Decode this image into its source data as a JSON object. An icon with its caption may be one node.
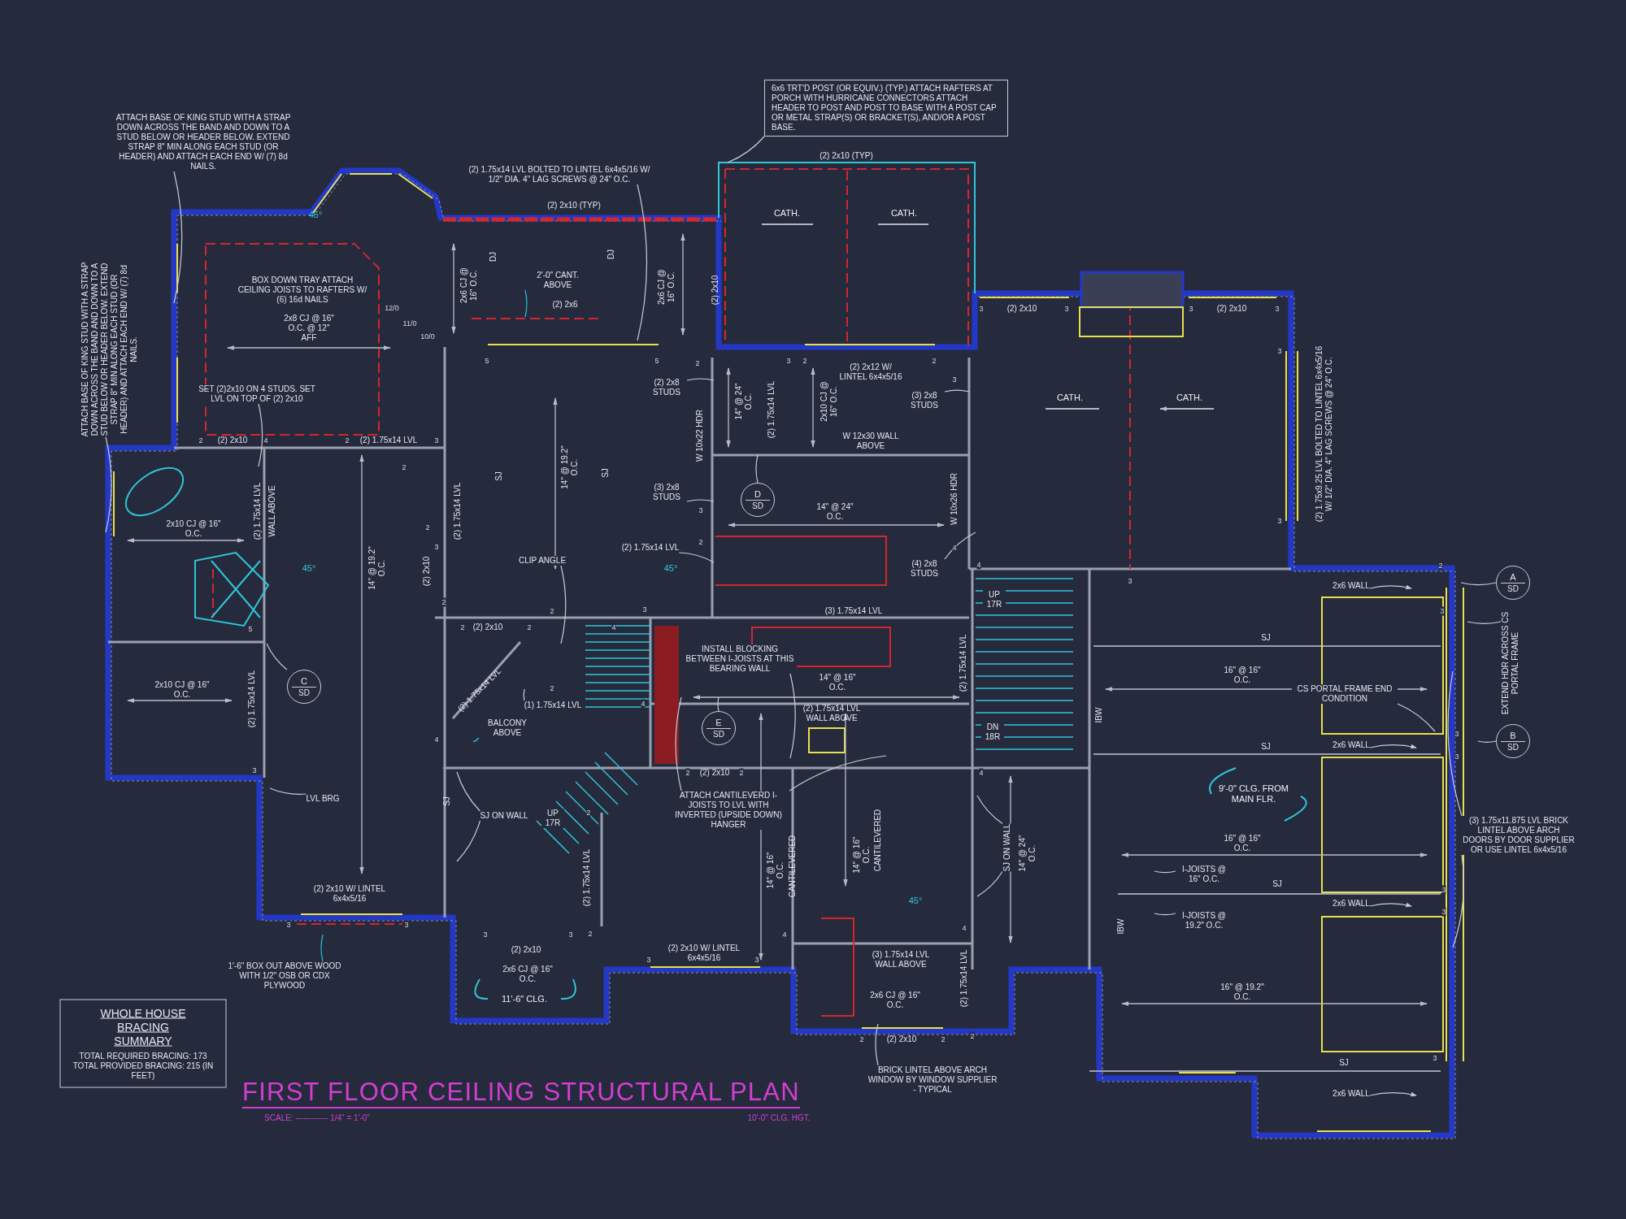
{
  "diagram": {
    "title": "FIRST FLOOR CEILING STRUCTURAL PLAN",
    "nodes": [
      {
        "text": [
          "ATTACH BASE OF KING STUD WITH A STRAP DOWN ACROSS THE BAND AND DOWN TO A STUD BELOW OR HEADER BELOW. EXTEND STRAP 8\" MIN ALONG EACH STUD (OR HEADER) AND ATTACH EACH END W/ (7) 8d NAILS."
        ]
      },
      {
        "text": [
          "ATTACH BASE OF KING STUD WITH A STRAP DOWN ACROSS THE BAND AND DOWN TO A STUD BELOW OR HEADER BELOW. EXTEND STRAP 8\" MIN ALONG EACH STUD (OR HEADER) AND ATTACH EACH END W/ (7) 8d NAILS."
        ]
      },
      {
        "text": [
          "(2) 1.75x14 LVL BOLTED TO LINTEL 6x4x5/16 W/ 1/2\" DIA. 4\" LAG SCREWS @ 24\" O.C."
        ]
      },
      {
        "text": [
          "6x6 TRT'D POST (OR EQUIV.) (TYP.) ATTACH RAFTERS AT PORCH WITH HURRICANE CONNECTORS ATTACH HEADER TO POST AND POST TO BASE WITH A POST CAP OR METAL STRAP(S) OR BRACKET(S), AND/OR A POST BASE."
        ]
      },
      {
        "text": [
          "2'-0\" CANT. ABOVE"
        ]
      },
      {
        "text": [
          "SET (2)2x10 ON 4 STUDS. SET LVL ON TOP OF (2) 2x10"
        ]
      },
      {
        "text": [
          "CLIP ANGLE"
        ]
      },
      {
        "text": [
          "(2) 2x8 STUDS"
        ]
      },
      {
        "text": [
          "(3) 2x8 STUDS"
        ]
      },
      {
        "text": [
          "(2) 1.75x14 LVL"
        ]
      },
      {
        "text": [
          "(3) 2x8 STUDS"
        ]
      },
      {
        "text": [
          "(4) 2x8 STUDS"
        ]
      },
      {
        "text": [
          "(1) 1.75x14 LVL"
        ]
      },
      {
        "text": [
          "BALCONY ABOVE"
        ]
      },
      {
        "text": [
          "LVL BRG"
        ]
      },
      {
        "text": [
          "SJ ON WALL"
        ]
      },
      {
        "text": [
          "1'-6\" BOX OUT ABOVE WOOD WITH 1/2\" OSB OR CDX PLYWOOD"
        ]
      },
      {
        "text": [
          "ATTACH CANTILEVERD I-JOISTS TO LVL WITH INVERTED (UPSIDE DOWN) HANGER"
        ]
      },
      {
        "text": [
          "INSTALL BLOCKING BETWEEN I-JOISTS AT THIS BEARING WALL"
        ]
      },
      {
        "text": [
          "BRICK LINTEL ABOVE ARCH WINDOW BY WINDOW SUPPLIER - TYPICAL"
        ]
      },
      {
        "text": [
          "SJ ON WALL"
        ]
      },
      {
        "text": [
          "CS PORTAL FRAME END CONDITION"
        ]
      },
      {
        "text": [
          "2x6 WALL"
        ]
      },
      {
        "text": [
          "2x6 WALL"
        ]
      },
      {
        "text": [
          "2x6 WALL"
        ]
      },
      {
        "text": [
          "2x6 WALL"
        ]
      },
      {
        "text": [
          "EXTEND HDR ACROSS CS PORTAL FRAME"
        ]
      },
      {
        "text": [
          "(3) 1.75x11.875 LVL BRICK LINTEL ABOVE ARCH DOORS BY DOOR SUPPLIER OR USE LINTEL 6x4x5/16"
        ]
      },
      {
        "text": [
          "I-JOISTS @ 16\" O.C."
        ]
      },
      {
        "text": [
          "I-JOISTS @ 19.2\" O.C."
        ]
      },
      {
        "text": [
          "A",
          "SD"
        ]
      },
      {
        "text": [
          "B",
          "SD"
        ]
      },
      {
        "text": [
          "C",
          "SD"
        ]
      },
      {
        "text": [
          "D",
          "SD"
        ]
      },
      {
        "text": [
          "E",
          "SD"
        ]
      },
      {
        "text": [
          "WHOLE HOUSE BRACING SUMMARY",
          "TOTAL REQUIRED BRACING: 173 TOTAL PROVIDED BRACING: 215 (IN FEET)"
        ]
      }
    ],
    "edges": [
      {
        "from": 0,
        "to": null,
        "arrow": "none"
      },
      {
        "from": 1,
        "to": null,
        "arrow": "none"
      },
      {
        "from": 2,
        "to": null,
        "arrow": "none"
      },
      {
        "from": 3,
        "to": null,
        "arrow": "none"
      },
      {
        "from": 4,
        "to": null,
        "arrow": "none",
        "color": "#22c5d8"
      },
      {
        "from": 5,
        "to": null,
        "arrow": "none"
      },
      {
        "from": 6,
        "to": null,
        "arrow": "none"
      },
      {
        "from": 7,
        "to": null,
        "arrow": "none"
      },
      {
        "from": 8,
        "to": null,
        "arrow": "none"
      },
      {
        "from": 9,
        "to": null,
        "arrow": "none"
      },
      {
        "from": 10,
        "to": null,
        "arrow": "none"
      },
      {
        "from": 11,
        "to": null,
        "arrow": "none"
      },
      {
        "from": 12,
        "to": null,
        "arrow": "none"
      },
      {
        "from": 13,
        "to": null,
        "arrow": "none",
        "color": "#22c5d8"
      },
      {
        "from": 14,
        "to": null,
        "arrow": "none"
      },
      {
        "from": 15,
        "to": null,
        "arrow": "none"
      },
      {
        "from": 15,
        "to": null,
        "arrow": "none"
      },
      {
        "from": 16,
        "to": null,
        "arrow": "none",
        "color": "#22c5d8"
      },
      {
        "from": 17,
        "to": null,
        "arrow": "none"
      },
      {
        "from": 17,
        "to": null,
        "arrow": "none"
      },
      {
        "from": 18,
        "to": null,
        "arrow": "none"
      },
      {
        "from": 19,
        "to": null,
        "arrow": "none"
      },
      {
        "from": 20,
        "to": null,
        "arrow": "none"
      },
      {
        "from": 20,
        "to": null,
        "arrow": "none"
      },
      {
        "from": 21,
        "to": null,
        "arrow": "none"
      },
      {
        "from": 22,
        "to": null,
        "arrow": "to"
      },
      {
        "from": 23,
        "to": null,
        "arrow": "to"
      },
      {
        "from": 24,
        "to": null,
        "arrow": "to"
      },
      {
        "from": 25,
        "to": null,
        "arrow": "to"
      },
      {
        "from": 26,
        "to": null,
        "arrow": "none"
      },
      {
        "from": 27,
        "to": null,
        "arrow": "none"
      },
      {
        "from": 27,
        "to": null,
        "arrow": "none"
      },
      {
        "from": 28,
        "to": null,
        "arrow": "none"
      },
      {
        "from": 29,
        "to": null,
        "arrow": "none"
      },
      {
        "from": 30,
        "to": null,
        "arrow": "none"
      },
      {
        "from": 31,
        "to": null,
        "arrow": "none"
      },
      {
        "from": 32,
        "to": null,
        "arrow": "none"
      },
      {
        "from": 33,
        "to": null,
        "arrow": "none"
      },
      {
        "from": 34,
        "to": null,
        "arrow": "none"
      }
    ],
    "labels": [
      "(2) 2x10 (TYP)",
      "45°",
      "BOX DOWN TRAY ATTACH CEILING JOISTS TO RAFTERS W/ (6) 16d NAILS",
      "2x8 CJ @ 16\" O.C. @ 12\" AFF",
      "12/0",
      "11/0",
      "10/0",
      "2x6 CJ @ 16\" O.C.",
      "DJ",
      "DJ",
      "(2) 2x6",
      "2x6 CJ @ 16\" O.C.",
      "(2) 2x10",
      "(2) 2x10 (TYP)",
      "CATH.",
      "CATH.",
      "3",
      "(2) 2x10",
      "3",
      "3",
      "(2) 2x10",
      "3",
      "5",
      "5",
      "3",
      "2",
      "(2) 2x12 W/ LINTEL 6x4x5/16",
      "2",
      "3",
      "2",
      "14\" @ 24\" O.C.",
      "(2) 1.75x14 LVL",
      "2x10 CJ @ 16\" O.C.",
      "W 12x30 WALL ABOVE",
      "W 10x22 HDR",
      "W 10x26 HDR",
      "3",
      "14\" @ 24\" O.C.",
      "2",
      "4",
      "CATH.",
      "CATH.",
      "3",
      "3",
      "(2) 1.75x9.25 LVL BOLTED TO LINTEL 6x4x5/16 W/ 1/2\" DIA. 4\" LAG SCREWS @ 24\" O.C.",
      "14\" @ 19.2\" O.C.",
      "SJ",
      "SJ",
      "2",
      "(2) 2x10",
      "4",
      "2",
      "(2) 1.75x14 LVL",
      "3",
      "2",
      "2x10 CJ @ 16\" O.C.",
      "(2) 1.75x14 LVL",
      "WALL ABOVE",
      "(2) 1.75x14 LVL",
      "2",
      "3",
      "45°",
      "14\" @ 19.2\" O.C.",
      "(2) 2x10",
      "2",
      "45°",
      "(3) 1.75x14 LVL",
      "UP 17R",
      "2",
      "3",
      "4",
      "3",
      "2",
      "3",
      "5",
      "2",
      "(2) 2x10",
      "2",
      "4",
      "2x10 CJ @ 16\" O.C.",
      "(2) 1.75x14 LVL",
      "2",
      "(2) 1.75x14 LVL",
      "4",
      "(2) 1.75x14 LVL",
      "14\" @ 16\" O.C.",
      "(2) 1.75x14 LVL WALL ABOVE",
      "DN 18R",
      "4",
      "3",
      "SJ",
      "UP 17R",
      "2",
      "(2) 2x10",
      "2",
      "4",
      "2",
      "(2) 1.75x14 LVL",
      "14\" @ 16\" O.C.",
      "CANTILEVERED",
      "14\" @ 16\" O.C.",
      "CANTILEVERED",
      "14\" @ 24\" O.C.",
      "45°",
      "(2) 2x10 W/ LINTEL 6x4x5/16",
      "3",
      "3",
      "3",
      "3",
      "(2) 2x10",
      "2",
      "4",
      "4",
      "(2) 2x10 W/ LINTEL 6x4x5/16",
      "3",
      "3",
      "(3) 1.75x14 LVL WALL ABOVE",
      "(2) 1.75x14 LVL",
      "2x6 CJ @ 16\" O.C.",
      "11'-6\" CLG.",
      "2x6 CJ @ 16\" O.C.",
      "2",
      "(2) 2x10",
      "2",
      "2",
      "SJ",
      "16\" @ 16\" O.C.",
      "IBW",
      "SJ",
      "3",
      "3",
      "9'-0\" CLG. FROM MAIN FLR.",
      "16\" @ 16\" O.C.",
      "SJ",
      "3",
      "3",
      "IBW",
      "16\" @ 19.2\" O.C.",
      "3",
      "SJ",
      "SCALE: ------------ 1/4\" = 1'-0\"",
      "10'-0\" CLG. HGT."
    ]
  }
}
